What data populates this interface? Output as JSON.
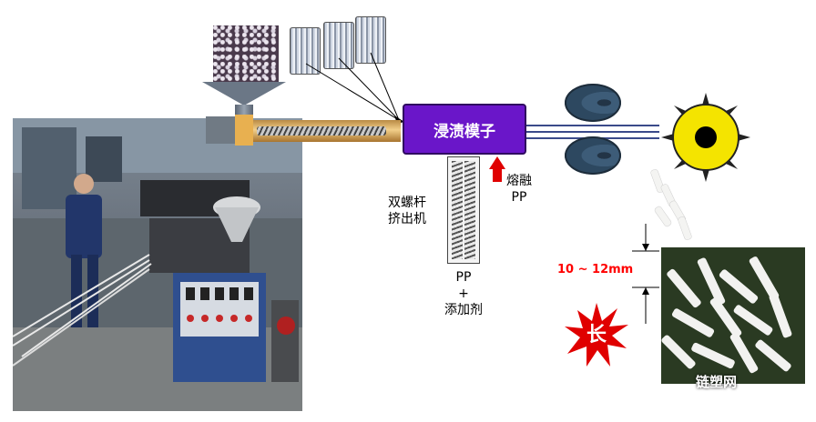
{
  "die": {
    "label": "浸渍模子"
  },
  "extruder": {
    "line1": "双螺杆",
    "line2": "挤出机"
  },
  "melt": {
    "line1": "熔融",
    "line2": "PP"
  },
  "feed": {
    "line1": "PP",
    "line2": "+",
    "line3": "添加剂"
  },
  "dimension": {
    "label": "10 ~ 12mm"
  },
  "badge": {
    "label": "长"
  },
  "watermark": {
    "label": "链塑网"
  },
  "colors": {
    "die": "#6a16c9",
    "arrow": "#e00000",
    "cutter": "#f4e400",
    "burst": "#e00000",
    "dimension": "#ff0000"
  }
}
